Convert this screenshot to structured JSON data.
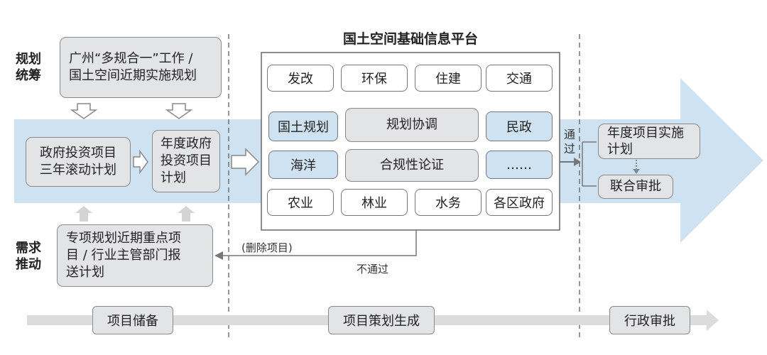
{
  "platform": {
    "title": "国土空间基础信息平台",
    "departments": [
      "发改",
      "环保",
      "住建",
      "交通",
      "国土规划",
      "民政",
      "海洋",
      "……",
      "农业",
      "林业",
      "水务",
      "各区政府"
    ],
    "processes": [
      "规划协调",
      "合规性论证"
    ]
  },
  "side_labels": {
    "planning": [
      "规划",
      "统筹"
    ],
    "demand": [
      "需求",
      "推动"
    ]
  },
  "boxes": {
    "guangzhou_plan": [
      "广州“多规合一”工作 /",
      "国土空间近期实施规划"
    ],
    "three_year": [
      "政府投资项目",
      "三年滚动计划"
    ],
    "annual_gov": [
      "年度政府",
      "投资项目",
      "计划"
    ],
    "special_plan": [
      "专项规划近期重点项",
      "目 / 行业主管部门报",
      "送计划"
    ],
    "annual_impl": [
      "年度项目实施",
      "计划"
    ],
    "joint_review": "联合审批"
  },
  "flow_labels": {
    "pass": [
      "通",
      "过"
    ],
    "delete": "(删除项目)",
    "fail": "不通过"
  },
  "phases": [
    "项目储备",
    "项目策划生成",
    "行政审批"
  ]
}
